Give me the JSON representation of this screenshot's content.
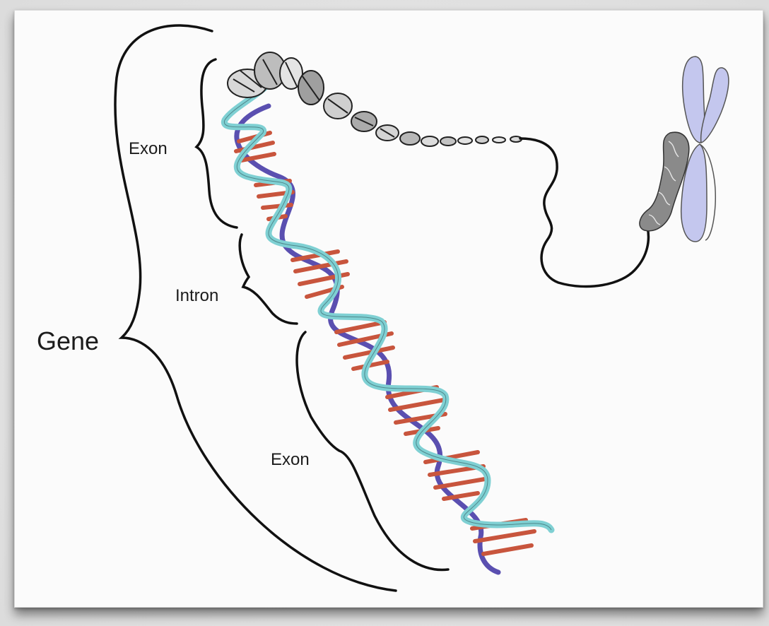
{
  "labels": {
    "gene": "Gene",
    "exon_top": "Exon",
    "intron": "Intron",
    "exon_bottom": "Exon"
  },
  "colors": {
    "strand_cyan": "#7fd0d3",
    "strand_purple": "#5a4fb0",
    "base_pair_red": "#c8553d",
    "chromosome_lavender": "#c4c7ee",
    "chromatin_gray": "#8a8a8a",
    "bracket_black": "#111111"
  }
}
